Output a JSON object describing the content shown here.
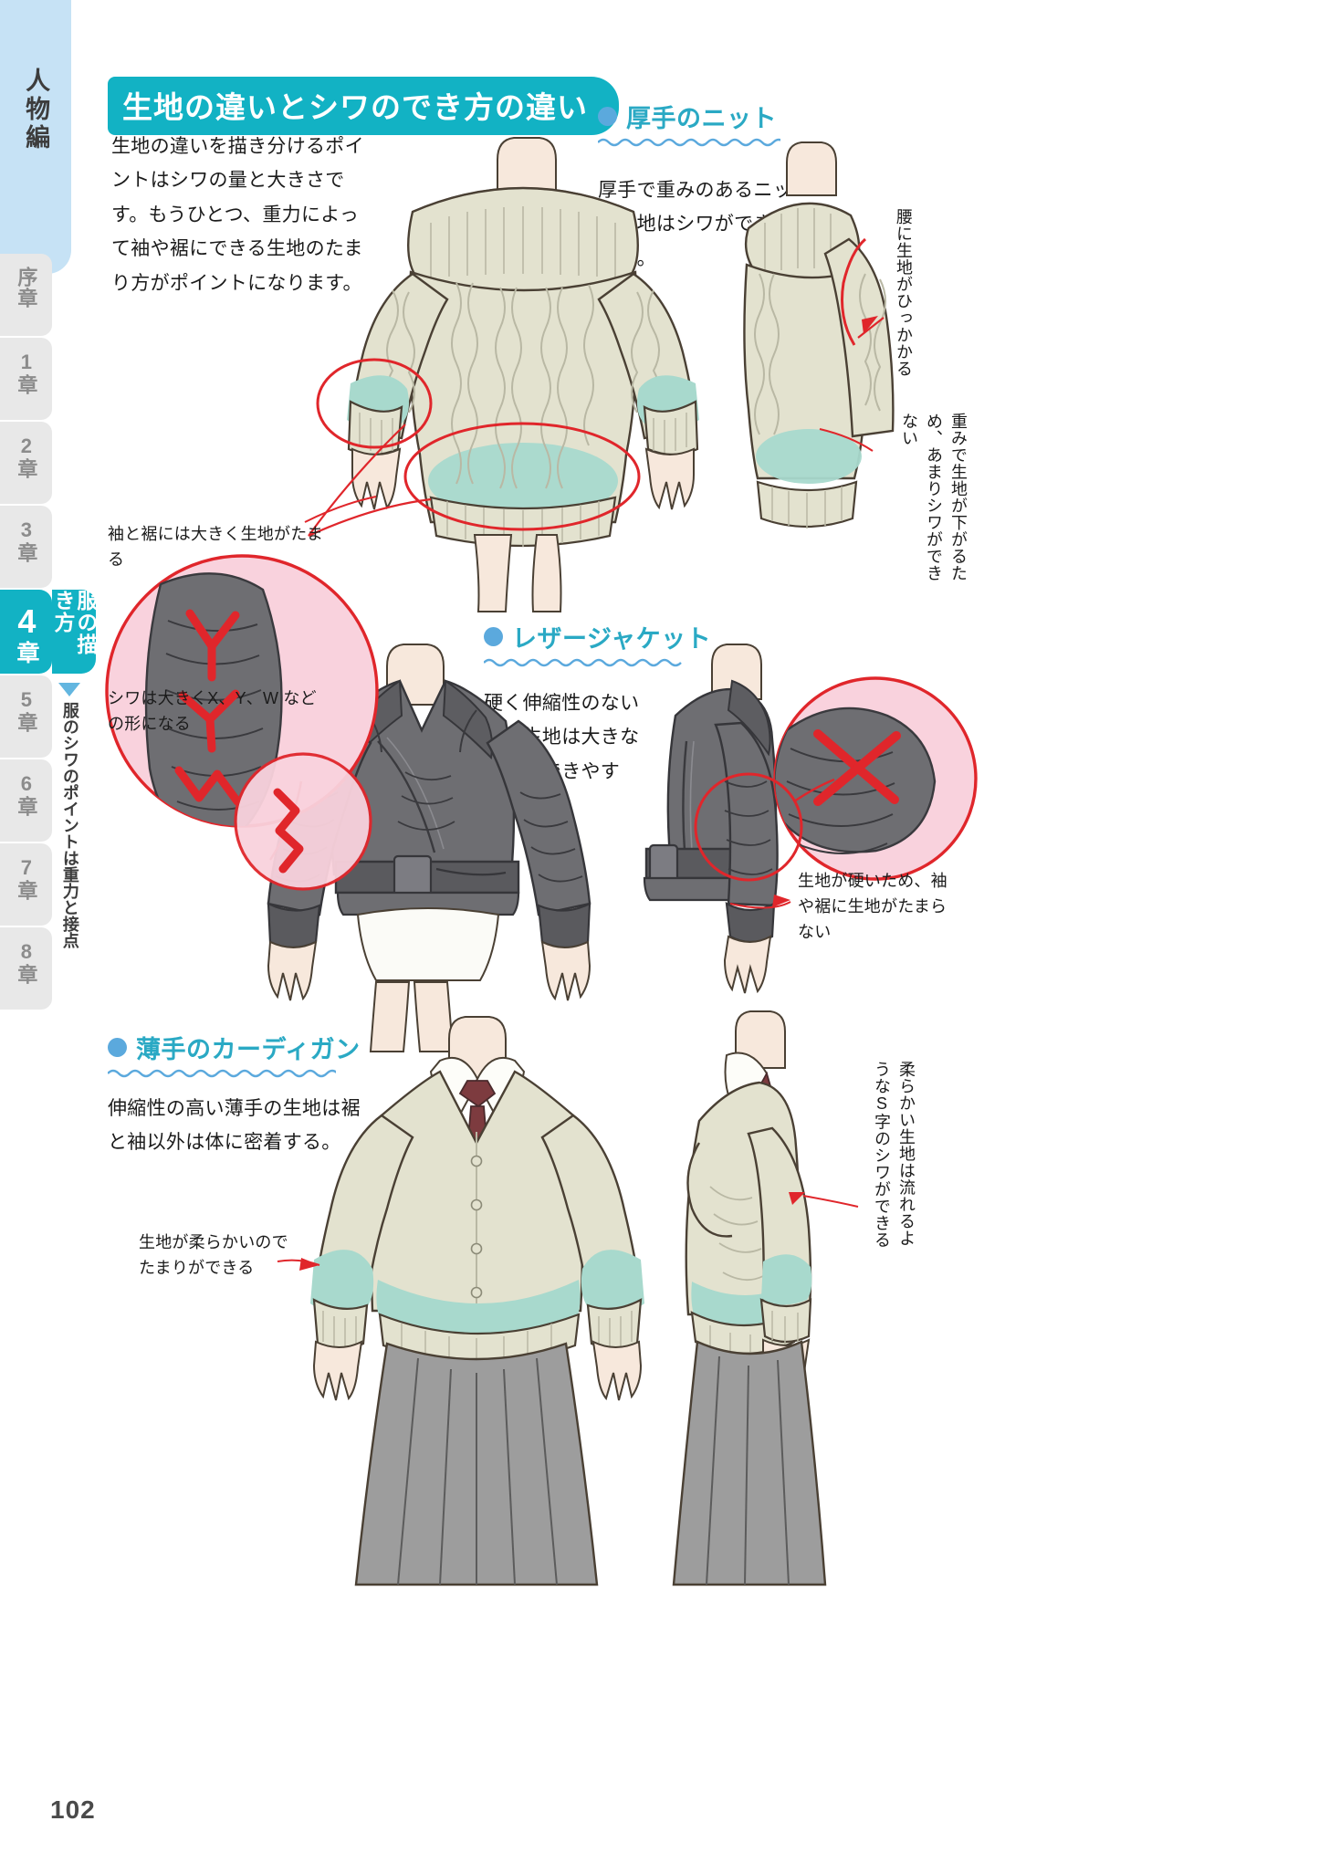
{
  "page": {
    "number": "102",
    "accent_teal": "#12b2c4",
    "accent_blue": "#5ba9dd",
    "rail_blue": "#c6e2f5",
    "red": "#e0262b",
    "pink": "#f9d2dd",
    "knit": "#e3e2cf",
    "skin": "#f7e8dc",
    "leather": "#6e6e72",
    "mint": "#a8d9cd",
    "grey_skirt": "#9d9d9d"
  },
  "rail": {
    "section_label": "人物編",
    "chapters": [
      {
        "name": "序章",
        "active": false
      },
      {
        "name": "1章",
        "active": false
      },
      {
        "name": "2章",
        "active": false
      },
      {
        "name": "3章",
        "active": false
      },
      {
        "name": "4章",
        "active": true
      },
      {
        "name": "5章",
        "active": false
      },
      {
        "name": "6章",
        "active": false
      },
      {
        "name": "7章",
        "active": false
      },
      {
        "name": "8章",
        "active": false
      }
    ],
    "active_chapter_number": "4",
    "active_chapter_unit": "章",
    "active_chapter_label": "服の描き方",
    "sub_label": "服のシワのポイントは重力と接点"
  },
  "title": "生地の違いとシワのでき方の違い",
  "intro": "生地の違いを描き分けるポイントはシワの量と大きさです。もうひとつ、重力によって袖や裾にできる生地のたまり方がポイントになります。",
  "sections": [
    {
      "id": "thick-knit",
      "heading": "厚手のニット",
      "body": "厚手で重みのあるニット生地はシワができにくい。"
    },
    {
      "id": "leather-jacket",
      "heading": "レザージャケット",
      "body": "硬く伸縮性のない革の生地は大きなシワができやすい。"
    },
    {
      "id": "thin-cardigan",
      "heading": "薄手のカーディガン",
      "body": "伸縮性の高い薄手の生地は裾と袖以外は体に密着する。"
    }
  ],
  "annotations": {
    "knit_sleeve_hem": "袖と裾には大きく生地がたまる",
    "knit_wrinkle_shape": "シワは大きくX、Y、W などの形になる",
    "knit_waist_catch": "腰に生地がひっかかる",
    "knit_weight_down": "重みで生地が下がるため、あまりシワができない",
    "leather_no_gather": "生地が硬いため、袖や裾に生地がたまらない",
    "cardigan_soft": "生地が柔らかいのでたまりができる",
    "cardigan_s_wrinkle": "柔らかい生地は流れるようなS字のシワができる"
  }
}
